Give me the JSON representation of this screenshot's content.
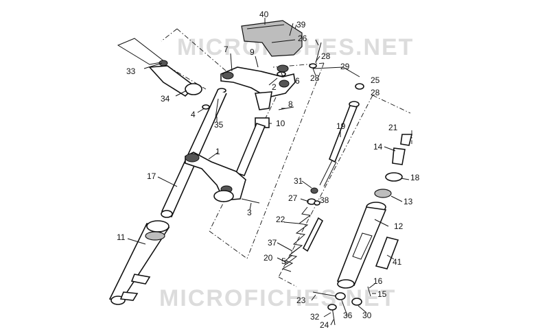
{
  "watermarks": [
    "MICROFICHES.NET",
    "MICROFICHES.NET"
  ],
  "callouts": [
    "40",
    "39",
    "26",
    "28",
    "28",
    "7",
    "9",
    "29",
    "25",
    "28",
    "33",
    "2",
    "6",
    "34",
    "8",
    "4",
    "35",
    "10",
    "21",
    "19",
    "14",
    "1",
    "17",
    "18",
    "31",
    "27",
    "38",
    "13",
    "3",
    "22",
    "12",
    "11",
    "37",
    "5",
    "20",
    "41",
    "16",
    "23",
    "15",
    "32",
    "36",
    "30",
    "24"
  ]
}
